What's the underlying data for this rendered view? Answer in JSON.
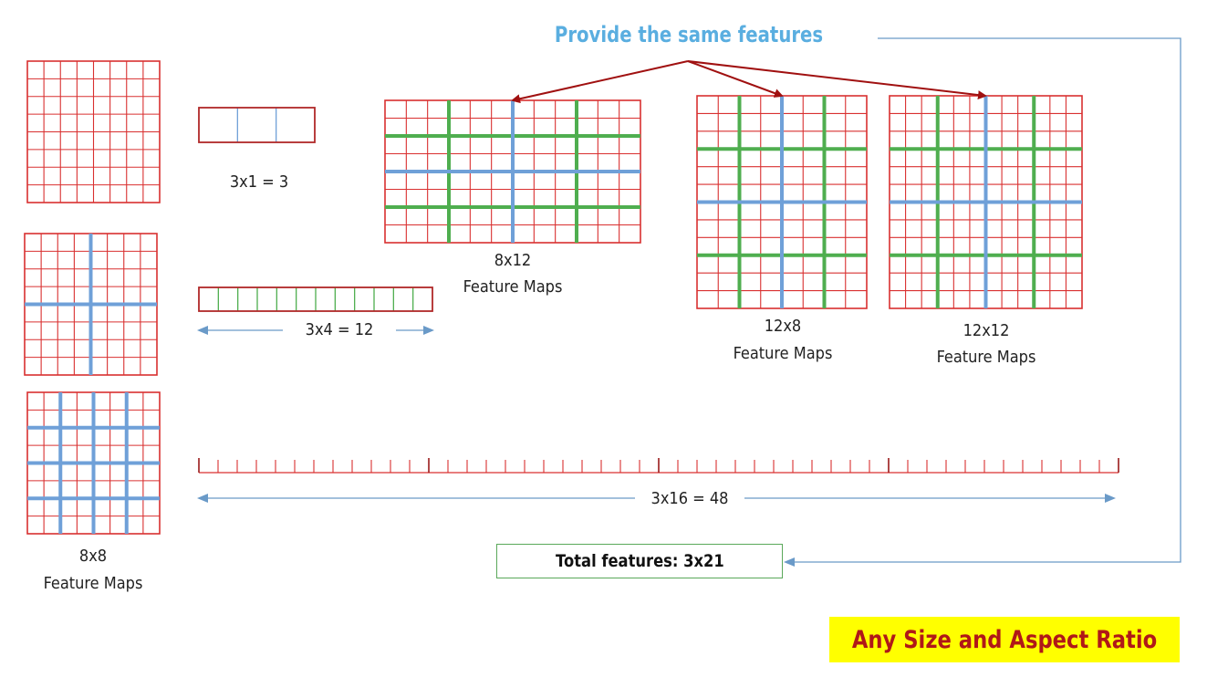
{
  "colors": {
    "grid": "#d93030",
    "blue_bin": "#6fa0d8",
    "green_bin": "#4fae4f",
    "arrow_red": "#a01010",
    "connector_blue": "#6a9ac8",
    "title_blue": "#5aaee0",
    "badge_bg": "#ffff00",
    "badge_text": "#b01818",
    "box_border": "#5aa85a"
  },
  "header": {
    "title": "Provide the same features"
  },
  "pyramid": {
    "level1": {
      "label": "3x1 = 3",
      "bins": 3
    },
    "level2": {
      "label": "3x4 = 12",
      "bins": 12
    },
    "level3": {
      "label": "3x16 = 48",
      "bins": 48
    },
    "total": "Total features: 3x21"
  },
  "maps": {
    "m8x8": {
      "size": "8x8",
      "caption": "Feature Maps"
    },
    "m8x12": {
      "size": "8x12",
      "caption": "Feature Maps"
    },
    "m12x8": {
      "size": "12x8",
      "caption": "Feature Maps"
    },
    "m12x12": {
      "size": "12x12",
      "caption": "Feature Maps"
    }
  },
  "badge": {
    "text": "Any Size and Aspect Ratio"
  }
}
